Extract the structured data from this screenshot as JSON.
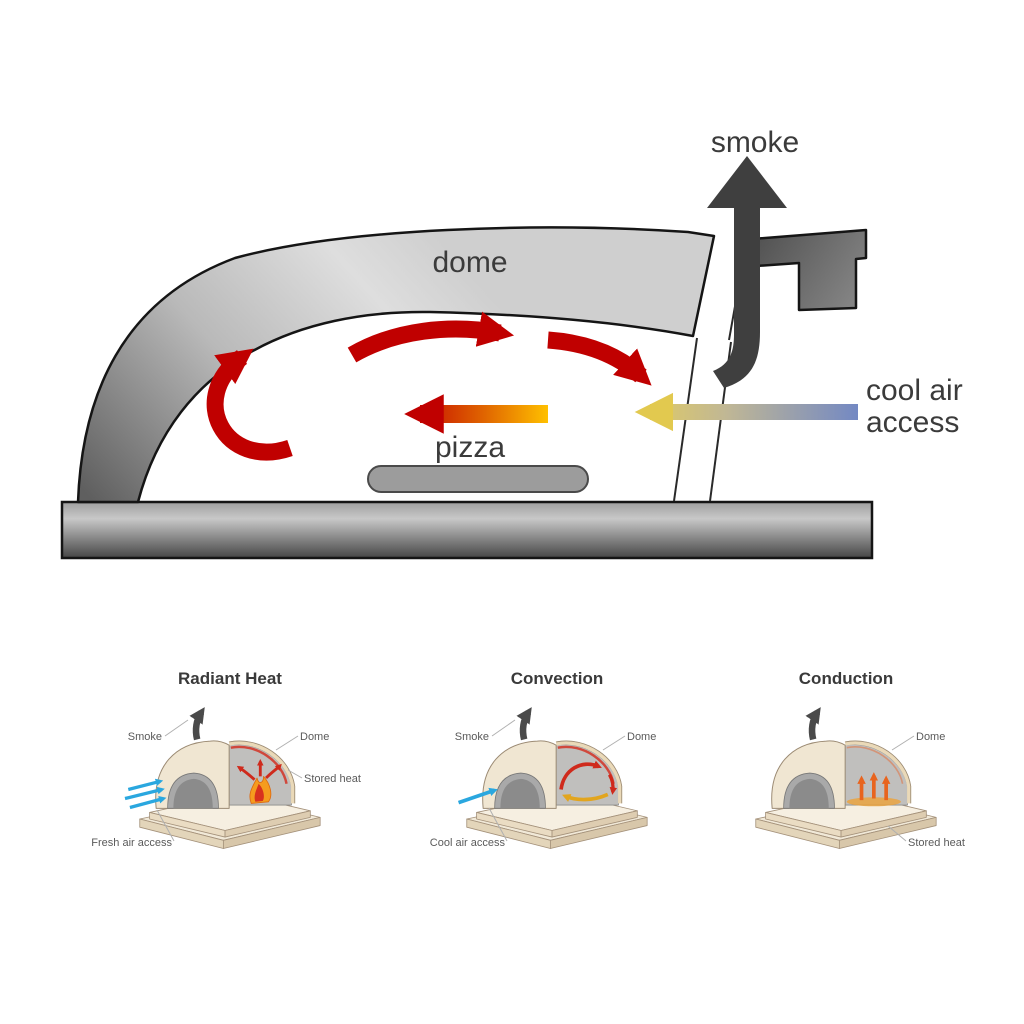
{
  "main": {
    "smoke": "smoke",
    "dome": "dome",
    "pizza": "pizza",
    "cool_air_1": "cool air",
    "cool_air_2": "access"
  },
  "minis": [
    {
      "title": "Radiant Heat",
      "smoke": "Smoke",
      "dome": "Dome",
      "stored_heat": "Stored heat",
      "air": "Fresh air access"
    },
    {
      "title": "Convection",
      "smoke": "Smoke",
      "dome": "Dome",
      "air": "Cool air access"
    },
    {
      "title": "Conduction",
      "dome": "Dome",
      "stored_heat": "Stored heat"
    }
  ],
  "colors": {
    "hot_red": "#c00000",
    "smoke_gray": "#3f3f3f",
    "cool_blue": "#7288c4",
    "warm_yellow": "#e7cf5a",
    "flame_orange": "#f59c1e",
    "fresh_air_blue": "#2aa7df"
  }
}
